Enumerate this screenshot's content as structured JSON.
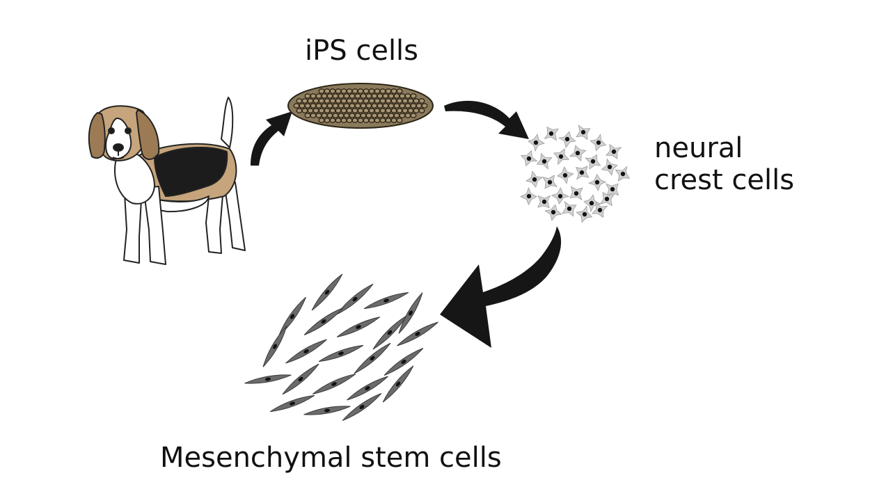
{
  "labels": {
    "ips_cells": "iPS cells",
    "neural_crest_line1": "neural",
    "neural_crest_line2": "crest cells",
    "mesenchymal_stem_cells": "Mesenchymal stem cells"
  },
  "stages": [
    {
      "id": "dog",
      "icon": "beagle-dog-icon"
    },
    {
      "id": "ips",
      "icon": "ips-cell-colony-icon"
    },
    {
      "id": "ncc",
      "icon": "neural-crest-cells-icon"
    },
    {
      "id": "msc",
      "icon": "mesenchymal-cells-icon"
    }
  ],
  "colors": {
    "arrow": "#161616",
    "ips_fill": "#8a7a5c",
    "ips_outline": "#2e2617",
    "ncc_body": "#d2d2d2",
    "ncc_nucleus": "#141414",
    "msc_body": "#6b6b6b",
    "dog_tan": "#c6a57c",
    "dog_black": "#1c1c1c"
  }
}
